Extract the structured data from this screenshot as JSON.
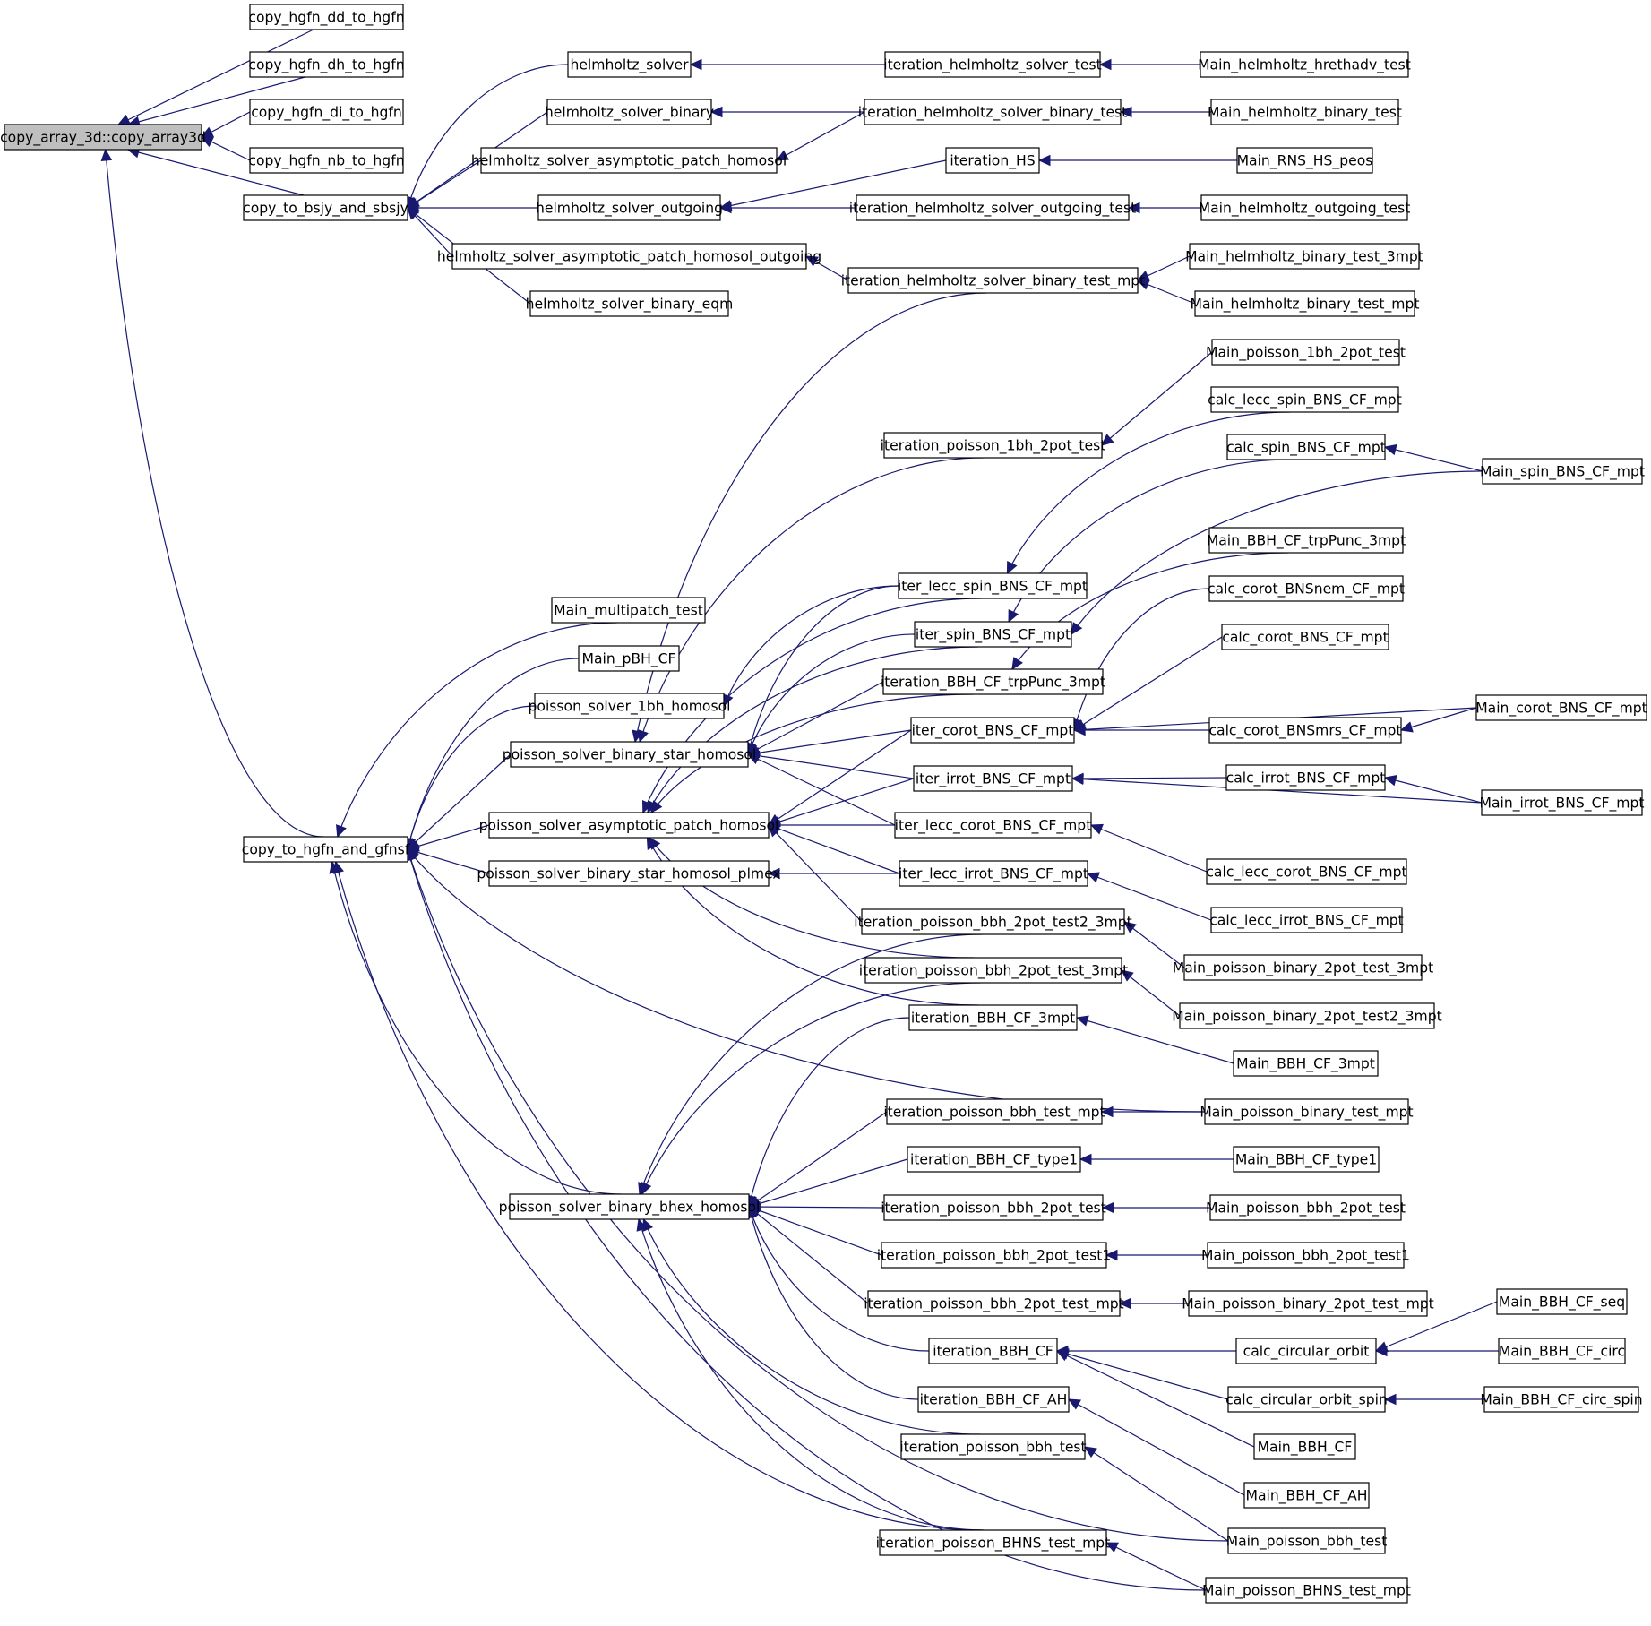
{
  "graph": {
    "root": "copy_array_3d::copy_array3d",
    "node_labels": [
      "copy_array_3d::copy_array3d",
      "copy_hgfn_dd_to_hgfn",
      "copy_hgfn_dh_to_hgfn",
      "copy_hgfn_di_to_hgfn",
      "copy_hgfn_nb_to_hgfn",
      "copy_to_bsjy_and_sbsjy",
      "copy_to_hgfn_and_gfnsf",
      "helmholtz_solver",
      "helmholtz_solver_binary",
      "helmholtz_solver_asymptotic_patch_homosol",
      "helmholtz_solver_outgoing",
      "helmholtz_solver_asymptotic_patch_homosol_outgoing",
      "helmholtz_solver_binary_eqm",
      "iteration_helmholtz_solver_test",
      "iteration_helmholtz_solver_binary_test",
      "iteration_HS",
      "iteration_helmholtz_solver_outgoing_test",
      "iteration_helmholtz_solver_binary_test_mpt",
      "Main_helmholtz_hrethadv_test",
      "Main_helmholtz_binary_test",
      "Main_RNS_HS_peos",
      "Main_helmholtz_outgoing_test",
      "Main_helmholtz_binary_test_3mpt",
      "Main_helmholtz_binary_test_mpt",
      "Main_multipatch_test",
      "Main_pBH_CF",
      "poisson_solver_1bh_homosol",
      "poisson_solver_binary_star_homosol",
      "poisson_solver_asymptotic_patch_homosol",
      "poisson_solver_binary_star_homosol_plmex",
      "poisson_solver_binary_bhex_homosol",
      "Main_poisson_1bh_2pot_test",
      "calc_lecc_spin_BNS_CF_mpt",
      "iteration_poisson_1bh_2pot_test",
      "calc_spin_BNS_CF_mpt",
      "Main_spin_BNS_CF_mpt",
      "Main_BBH_CF_trpPunc_3mpt",
      "iter_lecc_spin_BNS_CF_mpt",
      "calc_corot_BNSnem_CF_mpt",
      "iter_spin_BNS_CF_mpt",
      "calc_corot_BNS_CF_mpt",
      "iteration_BBH_CF_trpPunc_3mpt",
      "Main_corot_BNS_CF_mpt",
      "iter_corot_BNS_CF_mpt",
      "calc_corot_BNSmrs_CF_mpt",
      "iter_irrot_BNS_CF_mpt",
      "calc_irrot_BNS_CF_mpt",
      "Main_irrot_BNS_CF_mpt",
      "iter_lecc_corot_BNS_CF_mpt",
      "calc_lecc_corot_BNS_CF_mpt",
      "iter_lecc_irrot_BNS_CF_mpt",
      "calc_lecc_irrot_BNS_CF_mpt",
      "iteration_poisson_bbh_2pot_test2_3mpt",
      "Main_poisson_binary_2pot_test_3mpt",
      "iteration_poisson_bbh_2pot_test_3mpt",
      "Main_poisson_binary_2pot_test2_3mpt",
      "iteration_BBH_CF_3mpt",
      "Main_BBH_CF_3mpt",
      "iteration_poisson_bbh_test_mpt",
      "Main_poisson_binary_test_mpt",
      "iteration_BBH_CF_type1",
      "Main_BBH_CF_type1",
      "iteration_poisson_bbh_2pot_test",
      "Main_poisson_bbh_2pot_test",
      "iteration_poisson_bbh_2pot_test1",
      "Main_poisson_bbh_2pot_test1",
      "iteration_poisson_bbh_2pot_test_mpt",
      "Main_poisson_binary_2pot_test_mpt",
      "Main_BBH_CF_seq",
      "iteration_BBH_CF",
      "calc_circular_orbit",
      "Main_BBH_CF_circ",
      "iteration_BBH_CF_AH",
      "calc_circular_orbit_spin",
      "Main_BBH_CF_circ_spin",
      "iteration_poisson_bbh_test",
      "Main_BBH_CF",
      "Main_BBH_CF_AH",
      "iteration_poisson_BHNS_test_mpt",
      "Main_poisson_bbh_test",
      "Main_poisson_BHNS_test_mpt"
    ],
    "edges": [
      [
        "copy_hgfn_dd_to_hgfn",
        "copy_array_3d::copy_array3d"
      ],
      [
        "copy_hgfn_dh_to_hgfn",
        "copy_array_3d::copy_array3d"
      ],
      [
        "copy_hgfn_di_to_hgfn",
        "copy_array_3d::copy_array3d"
      ],
      [
        "copy_hgfn_nb_to_hgfn",
        "copy_array_3d::copy_array3d"
      ],
      [
        "copy_to_bsjy_and_sbsjy",
        "copy_array_3d::copy_array3d"
      ],
      [
        "copy_to_hgfn_and_gfnsf",
        "copy_array_3d::copy_array3d"
      ],
      [
        "helmholtz_solver",
        "copy_to_bsjy_and_sbsjy"
      ],
      [
        "helmholtz_solver_binary",
        "copy_to_bsjy_and_sbsjy"
      ],
      [
        "helmholtz_solver_asymptotic_patch_homosol",
        "copy_to_bsjy_and_sbsjy"
      ],
      [
        "helmholtz_solver_outgoing",
        "copy_to_bsjy_and_sbsjy"
      ],
      [
        "helmholtz_solver_asymptotic_patch_homosol_outgoing",
        "copy_to_bsjy_and_sbsjy"
      ],
      [
        "helmholtz_solver_binary_eqm",
        "copy_to_bsjy_and_sbsjy"
      ],
      [
        "iteration_helmholtz_solver_test",
        "helmholtz_solver"
      ],
      [
        "Main_helmholtz_hrethadv_test",
        "iteration_helmholtz_solver_test"
      ],
      [
        "iteration_helmholtz_solver_binary_test",
        "helmholtz_solver_binary"
      ],
      [
        "Main_helmholtz_binary_test",
        "iteration_helmholtz_solver_binary_test"
      ],
      [
        "iteration_helmholtz_solver_binary_test",
        "helmholtz_solver_asymptotic_patch_homosol"
      ],
      [
        "iteration_HS",
        "helmholtz_solver_outgoing"
      ],
      [
        "Main_RNS_HS_peos",
        "iteration_HS"
      ],
      [
        "iteration_helmholtz_solver_outgoing_test",
        "helmholtz_solver_outgoing"
      ],
      [
        "Main_helmholtz_outgoing_test",
        "iteration_helmholtz_solver_outgoing_test"
      ],
      [
        "iteration_helmholtz_solver_binary_test_mpt",
        "helmholtz_solver_asymptotic_patch_homosol_outgoing"
      ],
      [
        "Main_helmholtz_binary_test_3mpt",
        "iteration_helmholtz_solver_binary_test_mpt"
      ],
      [
        "Main_helmholtz_binary_test_mpt",
        "iteration_helmholtz_solver_binary_test_mpt"
      ],
      [
        "iteration_helmholtz_solver_binary_test_mpt",
        "poisson_solver_binary_star_homosol"
      ],
      [
        "Main_multipatch_test",
        "copy_to_hgfn_and_gfnsf"
      ],
      [
        "Main_pBH_CF",
        "copy_to_hgfn_and_gfnsf"
      ],
      [
        "poisson_solver_1bh_homosol",
        "copy_to_hgfn_and_gfnsf"
      ],
      [
        "poisson_solver_binary_star_homosol",
        "copy_to_hgfn_and_gfnsf"
      ],
      [
        "poisson_solver_asymptotic_patch_homosol",
        "copy_to_hgfn_and_gfnsf"
      ],
      [
        "poisson_solver_binary_star_homosol_plmex",
        "copy_to_hgfn_and_gfnsf"
      ],
      [
        "poisson_solver_binary_bhex_homosol",
        "copy_to_hgfn_and_gfnsf"
      ],
      [
        "Main_poisson_binary_test_mpt",
        "copy_to_hgfn_and_gfnsf"
      ],
      [
        "Main_poisson_bbh_test",
        "copy_to_hgfn_and_gfnsf"
      ],
      [
        "iteration_poisson_BHNS_test_mpt",
        "copy_to_hgfn_and_gfnsf"
      ],
      [
        "Main_poisson_BHNS_test_mpt",
        "copy_to_hgfn_and_gfnsf"
      ],
      [
        "iter_lecc_spin_BNS_CF_mpt",
        "poisson_solver_1bh_homosol"
      ],
      [
        "iteration_poisson_1bh_2pot_test",
        "poisson_solver_binary_star_homosol"
      ],
      [
        "Main_poisson_1bh_2pot_test",
        "iteration_poisson_1bh_2pot_test"
      ],
      [
        "iter_lecc_spin_BNS_CF_mpt",
        "poisson_solver_binary_star_homosol"
      ],
      [
        "calc_lecc_spin_BNS_CF_mpt",
        "iter_lecc_spin_BNS_CF_mpt"
      ],
      [
        "iter_spin_BNS_CF_mpt",
        "poisson_solver_binary_star_homosol"
      ],
      [
        "calc_spin_BNS_CF_mpt",
        "iter_spin_BNS_CF_mpt"
      ],
      [
        "Main_spin_BNS_CF_mpt",
        "iter_spin_BNS_CF_mpt"
      ],
      [
        "Main_spin_BNS_CF_mpt",
        "calc_spin_BNS_CF_mpt"
      ],
      [
        "iteration_BBH_CF_trpPunc_3mpt",
        "poisson_solver_binary_star_homosol"
      ],
      [
        "Main_BBH_CF_trpPunc_3mpt",
        "iteration_BBH_CF_trpPunc_3mpt"
      ],
      [
        "iter_corot_BNS_CF_mpt",
        "poisson_solver_binary_star_homosol"
      ],
      [
        "calc_corot_BNSnem_CF_mpt",
        "iter_corot_BNS_CF_mpt"
      ],
      [
        "calc_corot_BNS_CF_mpt",
        "iter_corot_BNS_CF_mpt"
      ],
      [
        "Main_corot_BNS_CF_mpt",
        "iter_corot_BNS_CF_mpt"
      ],
      [
        "calc_corot_BNSmrs_CF_mpt",
        "iter_corot_BNS_CF_mpt"
      ],
      [
        "Main_corot_BNS_CF_mpt",
        "calc_corot_BNSmrs_CF_mpt"
      ],
      [
        "iter_irrot_BNS_CF_mpt",
        "poisson_solver_binary_star_homosol"
      ],
      [
        "calc_irrot_BNS_CF_mpt",
        "iter_irrot_BNS_CF_mpt"
      ],
      [
        "Main_irrot_BNS_CF_mpt",
        "iter_irrot_BNS_CF_mpt"
      ],
      [
        "Main_irrot_BNS_CF_mpt",
        "calc_irrot_BNS_CF_mpt"
      ],
      [
        "iter_lecc_corot_BNS_CF_mpt",
        "poisson_solver_binary_star_homosol"
      ],
      [
        "calc_lecc_corot_BNS_CF_mpt",
        "iter_lecc_corot_BNS_CF_mpt"
      ],
      [
        "iter_lecc_spin_BNS_CF_mpt",
        "poisson_solver_asymptotic_patch_homosol"
      ],
      [
        "iter_spin_BNS_CF_mpt",
        "poisson_solver_asymptotic_patch_homosol"
      ],
      [
        "iteration_BBH_CF_trpPunc_3mpt",
        "poisson_solver_asymptotic_patch_homosol"
      ],
      [
        "iter_corot_BNS_CF_mpt",
        "poisson_solver_asymptotic_patch_homosol"
      ],
      [
        "iter_irrot_BNS_CF_mpt",
        "poisson_solver_asymptotic_patch_homosol"
      ],
      [
        "iter_lecc_corot_BNS_CF_mpt",
        "poisson_solver_asymptotic_patch_homosol"
      ],
      [
        "iter_lecc_irrot_BNS_CF_mpt",
        "poisson_solver_asymptotic_patch_homosol"
      ],
      [
        "iteration_poisson_bbh_2pot_test2_3mpt",
        "poisson_solver_asymptotic_patch_homosol"
      ],
      [
        "iteration_poisson_bbh_2pot_test_3mpt",
        "poisson_solver_asymptotic_patch_homosol"
      ],
      [
        "iteration_BBH_CF_3mpt",
        "poisson_solver_asymptotic_patch_homosol"
      ],
      [
        "iter_lecc_irrot_BNS_CF_mpt",
        "poisson_solver_binary_star_homosol_plmex"
      ],
      [
        "calc_lecc_irrot_BNS_CF_mpt",
        "iter_lecc_irrot_BNS_CF_mpt"
      ],
      [
        "Main_poisson_binary_2pot_test_3mpt",
        "iteration_poisson_bbh_2pot_test2_3mpt"
      ],
      [
        "Main_poisson_binary_2pot_test2_3mpt",
        "iteration_poisson_bbh_2pot_test_3mpt"
      ],
      [
        "Main_BBH_CF_3mpt",
        "iteration_BBH_CF_3mpt"
      ],
      [
        "iteration_poisson_bbh_2pot_test2_3mpt",
        "poisson_solver_binary_bhex_homosol"
      ],
      [
        "iteration_poisson_bbh_2pot_test_3mpt",
        "poisson_solver_binary_bhex_homosol"
      ],
      [
        "iteration_BBH_CF_3mpt",
        "poisson_solver_binary_bhex_homosol"
      ],
      [
        "iteration_poisson_bbh_test_mpt",
        "poisson_solver_binary_bhex_homosol"
      ],
      [
        "Main_poisson_binary_test_mpt",
        "iteration_poisson_bbh_test_mpt"
      ],
      [
        "iteration_BBH_CF_type1",
        "poisson_solver_binary_bhex_homosol"
      ],
      [
        "Main_BBH_CF_type1",
        "iteration_BBH_CF_type1"
      ],
      [
        "iteration_poisson_bbh_2pot_test",
        "poisson_solver_binary_bhex_homosol"
      ],
      [
        "Main_poisson_bbh_2pot_test",
        "iteration_poisson_bbh_2pot_test"
      ],
      [
        "iteration_poisson_bbh_2pot_test1",
        "poisson_solver_binary_bhex_homosol"
      ],
      [
        "Main_poisson_bbh_2pot_test1",
        "iteration_poisson_bbh_2pot_test1"
      ],
      [
        "iteration_poisson_bbh_2pot_test_mpt",
        "poisson_solver_binary_bhex_homosol"
      ],
      [
        "Main_poisson_binary_2pot_test_mpt",
        "iteration_poisson_bbh_2pot_test_mpt"
      ],
      [
        "iteration_BBH_CF",
        "poisson_solver_binary_bhex_homosol"
      ],
      [
        "calc_circular_orbit",
        "iteration_BBH_CF"
      ],
      [
        "Main_BBH_CF_seq",
        "calc_circular_orbit"
      ],
      [
        "Main_BBH_CF_circ",
        "calc_circular_orbit"
      ],
      [
        "calc_circular_orbit_spin",
        "iteration_BBH_CF"
      ],
      [
        "Main_BBH_CF_circ_spin",
        "calc_circular_orbit_spin"
      ],
      [
        "Main_BBH_CF",
        "iteration_BBH_CF"
      ],
      [
        "iteration_BBH_CF_AH",
        "poisson_solver_binary_bhex_homosol"
      ],
      [
        "Main_BBH_CF_AH",
        "iteration_BBH_CF_AH"
      ],
      [
        "iteration_poisson_bbh_test",
        "poisson_solver_binary_bhex_homosol"
      ],
      [
        "Main_poisson_bbh_test",
        "iteration_poisson_bbh_test"
      ],
      [
        "iteration_poisson_BHNS_test_mpt",
        "poisson_solver_binary_bhex_homosol"
      ],
      [
        "Main_poisson_BHNS_test_mpt",
        "iteration_poisson_BHNS_test_mpt"
      ]
    ]
  },
  "colors": {
    "edge": "#191970",
    "node_border": "#000000",
    "node_fill": "#ffffff",
    "root_fill": "#bfbfbf"
  }
}
